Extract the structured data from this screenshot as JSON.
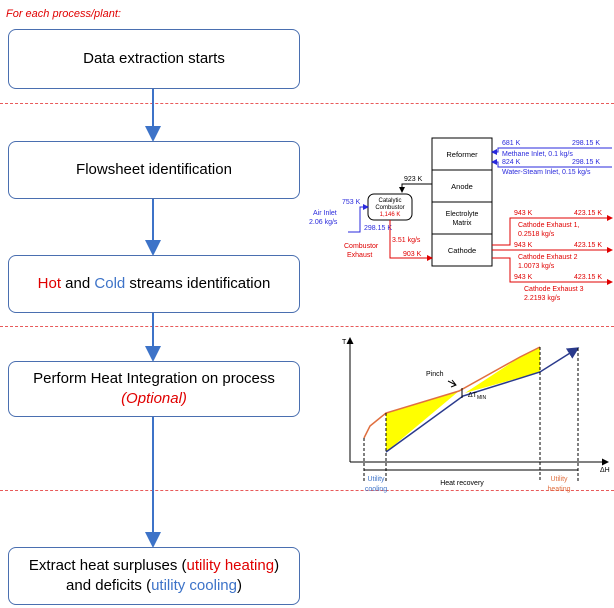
{
  "header": "For each process/plant:",
  "steps": {
    "s1": "Data extraction starts",
    "s2": "Flowsheet identification",
    "s3": {
      "hot": "Hot",
      "and": " and ",
      "cold": "Cold",
      "rest": " streams identification"
    },
    "s4": {
      "line1": "Perform Heat Integration on process",
      "line2": "(Optional)"
    },
    "s5": {
      "pre": "Extract heat surpluses (",
      "heat": "utility heating",
      "mid": ")",
      "pre2": "and deficits (",
      "cool": "utility cooling",
      "post": ")"
    }
  },
  "flowsheet": {
    "units": {
      "reformer": "Reformer",
      "anode": "Anode",
      "electrolyte1": "Electrolyte",
      "electrolyte2": "Matrix",
      "cathode": "Cathode",
      "comb1": "Catalytic",
      "comb2": "Combustor",
      "comb_temp": "1,146 K"
    },
    "methane": {
      "t_in": "681 K",
      "t_out": "298.15 K",
      "label": "Methane Inlet, 0.1 kg/s"
    },
    "water": {
      "t_in": "824 K",
      "t_out": "298.15 K",
      "label": "Water-Steam Inlet, 0.15 kg/s"
    },
    "anode_temp": "923 K",
    "air": {
      "t": "753 K",
      "label1": "Air Inlet",
      "label2": "2.06 kg/s",
      "t2": "298.15 K"
    },
    "comb_exhaust": {
      "flow": "3.51 kg/s",
      "label1": "Combustor",
      "label2": "Exhaust",
      "t": "903 K"
    },
    "ce1": {
      "t_in": "943 K",
      "t_out": "423.15 K",
      "label1": "Cathode Exhaust 1,",
      "label2": "0.2518 kg/s"
    },
    "ce2": {
      "t_in": "943 K",
      "t_out": "423.15 K",
      "label1": "Cathode Exhaust 2",
      "label2": "1.0073 kg/s"
    },
    "ce3": {
      "t_in": "943 K",
      "t_out": "423.15 K",
      "label1": "Cathode Exhaust 3",
      "label2": "2.2193 kg/s"
    }
  },
  "composite": {
    "y_axis": "T",
    "x_axis": "ΔH",
    "pinch": "Pinch",
    "dtmin": "ΔT",
    "dtmin_sub": "MIN",
    "cool1": "Utility",
    "cool2": "cooling",
    "recovery": "Heat recovery",
    "heat1": "Utility",
    "heat2": "heating"
  },
  "colors": {
    "hot": "#e00000",
    "cold": "#2a2adc",
    "yellow": "#ffff00"
  }
}
